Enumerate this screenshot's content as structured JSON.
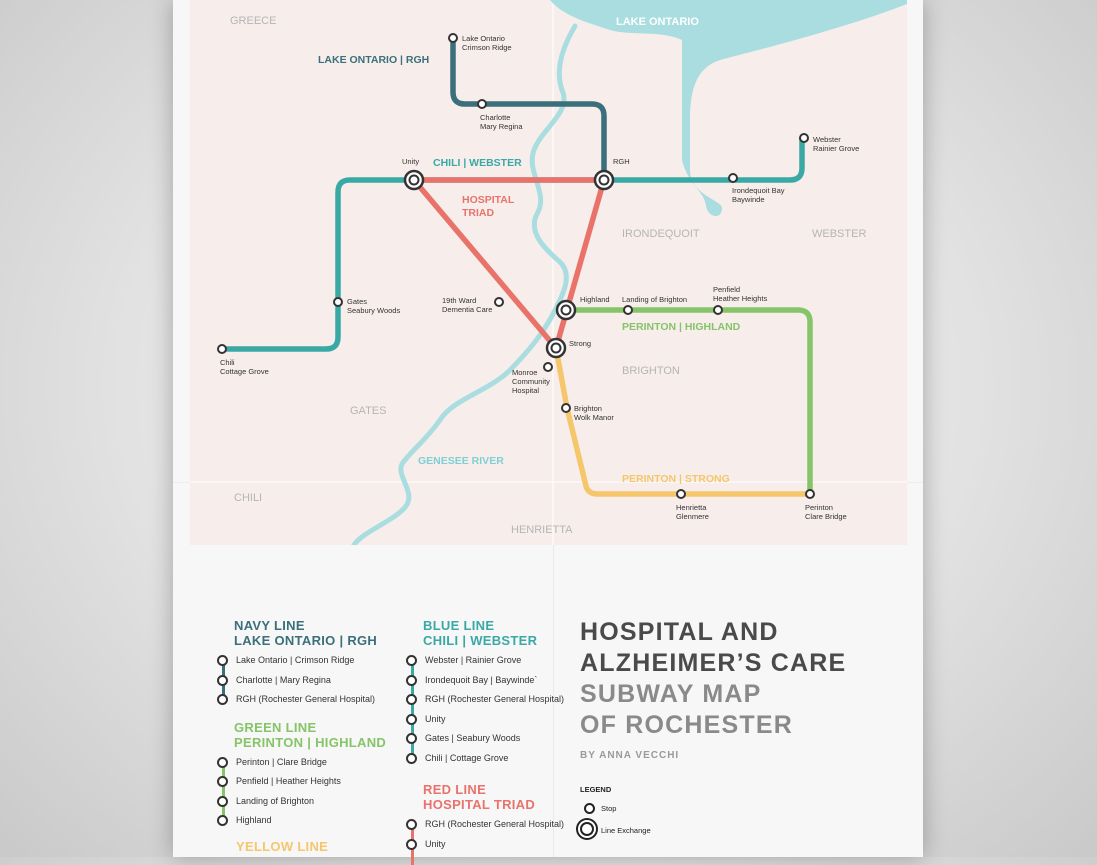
{
  "colors": {
    "navy": "#3a6f7b",
    "blue": "#3aa9a5",
    "red": "#e9736b",
    "green": "#85c468",
    "yellow": "#f5c66b",
    "water": "#a9dde0",
    "land": "#f7eeeb",
    "town": "#b5b5b5"
  },
  "map": {
    "towns": {
      "greece": "GREECE",
      "irondequoit": "IRONDEQUOIT",
      "webster": "WEBSTER",
      "brighton": "BRIGHTON",
      "gates": "GATES",
      "chili": "CHILI",
      "henrietta": "HENRIETTA"
    },
    "water": {
      "lake": "LAKE ONTARIO",
      "river": "GENESEE RIVER"
    },
    "line_labels": {
      "navy": "LAKE ONTARIO | RGH",
      "blue": "CHILI | WEBSTER",
      "red_1": "HOSPITAL",
      "red_2": "TRIAD",
      "green": "PERINTON | HIGHLAND",
      "yellow": "PERINTON | STRONG"
    },
    "stations": {
      "lake_ontario": [
        "Lake Ontario",
        "Crimson Ridge"
      ],
      "charlotte": [
        "Charlotte",
        "Mary Regina"
      ],
      "unity": [
        "Unity"
      ],
      "rgh": [
        "RGH"
      ],
      "irondequoit_bay": [
        "Irondequoit Bay",
        "Baywinde"
      ],
      "webster_rainier": [
        "Webster",
        "Rainier Grove"
      ],
      "gates": [
        "Gates",
        "Seabury Woods"
      ],
      "chili": [
        "Chili",
        "Cottage Grove"
      ],
      "dementia": [
        "19th Ward",
        "Dementia Care"
      ],
      "highland": [
        "Highland"
      ],
      "landing": [
        "Landing of Brighton"
      ],
      "penfield": [
        "Penfield",
        "Heather Heights"
      ],
      "strong": [
        "Strong"
      ],
      "monroe": [
        "Monroe",
        "Community",
        "Hospital"
      ],
      "brighton_wolk": [
        "Brighton",
        "Wolk Manor"
      ],
      "henrietta_glen": [
        "Henrietta",
        "Glenmere"
      ],
      "perinton_clare": [
        "Perinton",
        "Clare Bridge"
      ]
    }
  },
  "legend": {
    "navy": {
      "name": "NAVY LINE",
      "sub": "LAKE ONTARIO | RGH",
      "stops": [
        "Lake Ontario | Crimson Ridge",
        "Charlotte | Mary Regina",
        "RGH (Rochester General Hospital)"
      ]
    },
    "green": {
      "name": "GREEN LINE",
      "sub": "PERINTON | HIGHLAND",
      "stops": [
        "Perinton | Clare Bridge",
        "Penfield | Heather Heights",
        "Landing of Brighton",
        "Highland"
      ]
    },
    "yellow": {
      "name": "YELLOW LINE"
    },
    "blue": {
      "name": "BLUE LINE",
      "sub": "CHILI | WEBSTER",
      "stops": [
        "Webster | Rainier Grove",
        "Irondequoit Bay | Baywinde`",
        "RGH (Rochester General Hospital)",
        "Unity",
        "Gates | Seabury Woods",
        "Chili | Cottage Grove"
      ]
    },
    "red": {
      "name": "RED LINE",
      "sub": "HOSPITAL TRIAD",
      "stops": [
        "RGH (Rochester General Hospital)",
        "Unity"
      ]
    }
  },
  "title": {
    "line1": "HOSPITAL AND",
    "line2": "ALZHEIMER’S CARE",
    "line3": "SUBWAY MAP",
    "line4": "OF ROCHESTER"
  },
  "byline": "BY ANNA VECCHI",
  "key": {
    "title": "LEGEND",
    "stop": "Stop",
    "exchange": "Line Exchange"
  }
}
